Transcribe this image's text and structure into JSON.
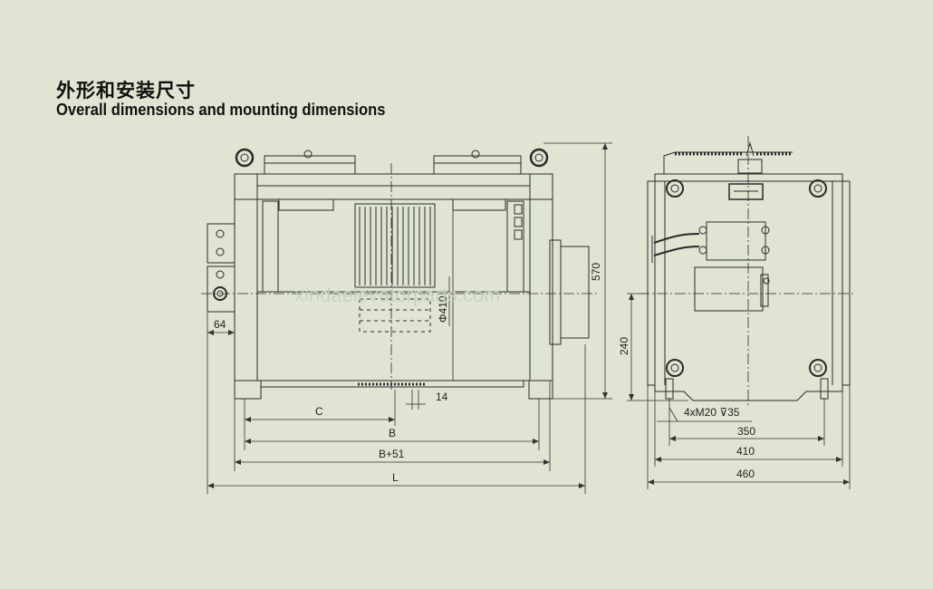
{
  "heading": {
    "title_cn": "外形和安装尺寸",
    "title_en": "Overall dimensions and mounting dimensions"
  },
  "watermark": "xindaelevatorparts.com",
  "front_view": {
    "dims": {
      "width_64": "64",
      "c": "C",
      "b": "B",
      "b51": "B+51",
      "l": "L",
      "w14": "14",
      "diameter": "Φ410"
    }
  },
  "side_view": {
    "dims": {
      "h570": "570",
      "h240": "240",
      "bolt": "4xM20 ⊽35",
      "w350": "350",
      "w410": "410",
      "w460": "460"
    }
  },
  "colors": {
    "background": "#dfe5d2",
    "line": "#2a2a2a",
    "dim_line": "#333333"
  }
}
